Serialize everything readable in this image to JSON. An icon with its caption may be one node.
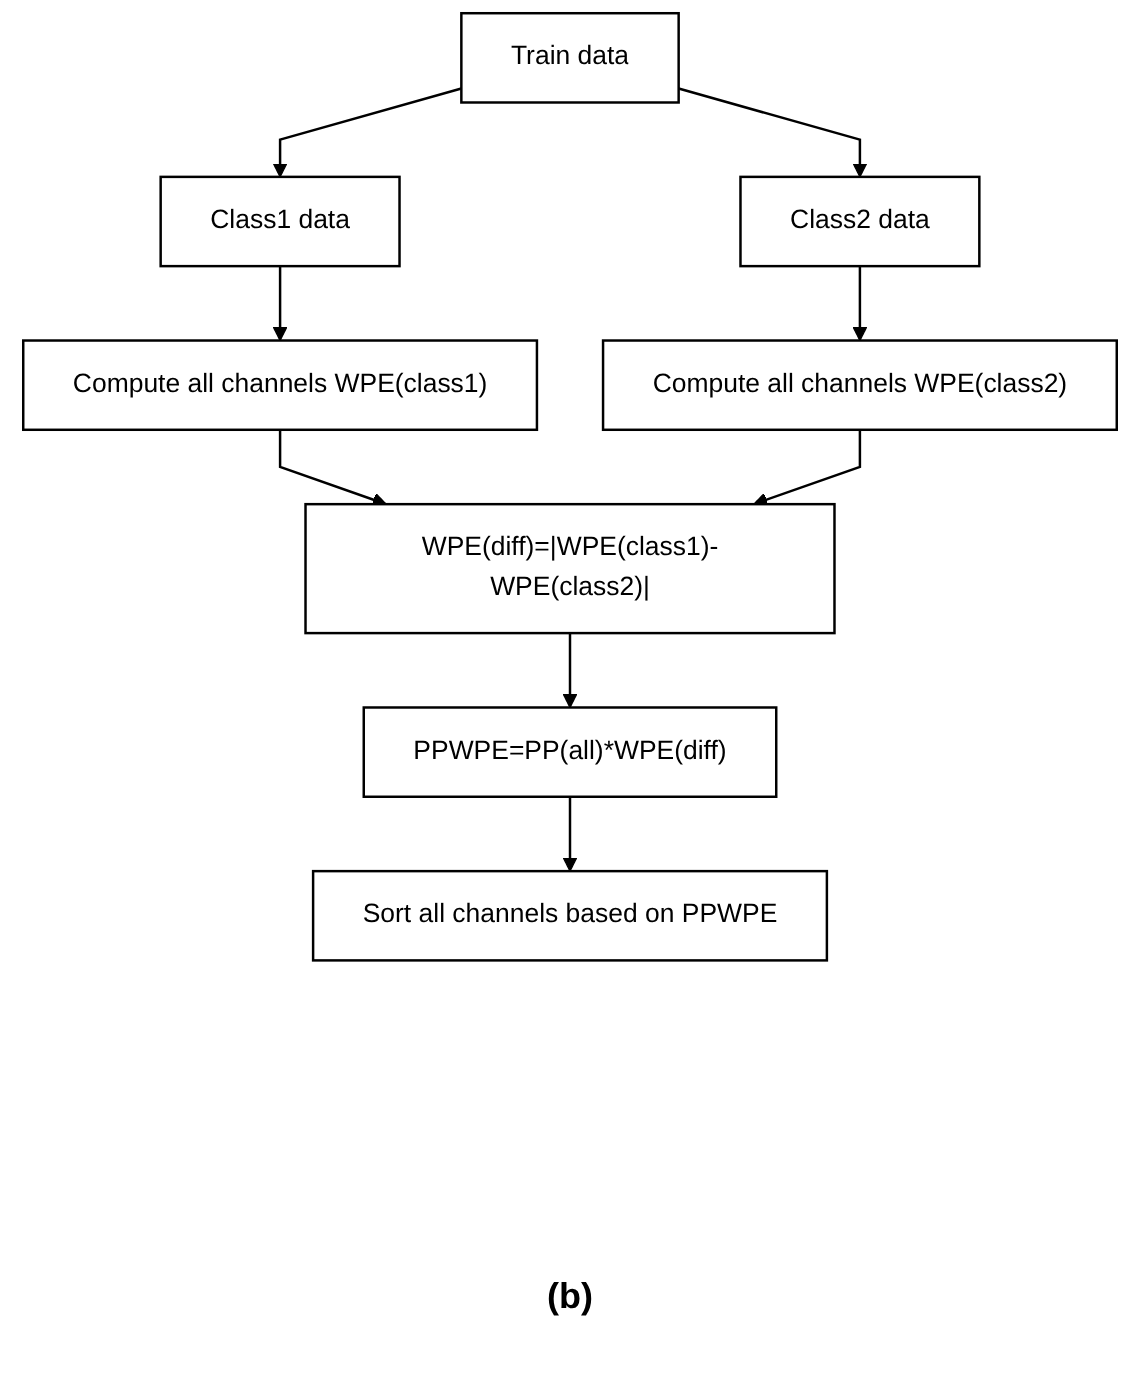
{
  "diagram": {
    "caption": "(b)",
    "nodes": [
      {
        "text": [
          "Train data"
        ]
      },
      {
        "text": [
          "Class1 data"
        ]
      },
      {
        "text": [
          "Class2 data"
        ]
      },
      {
        "text": [
          "Compute all channels WPE(class1)"
        ]
      },
      {
        "text": [
          "Compute all channels WPE(class2)"
        ]
      },
      {
        "text": [
          "WPE(diff)=|WPE(class1)-WPE(class2)|"
        ]
      },
      {
        "text": [
          "PPWPE=PP(all)*WPE(diff)"
        ]
      },
      {
        "text": [
          "Sort all channels based on PPWPE"
        ]
      }
    ],
    "edges": [
      {
        "from": 0,
        "to": 1,
        "arrow": "to"
      },
      {
        "from": 0,
        "to": 2,
        "arrow": "to"
      },
      {
        "from": 1,
        "to": 3,
        "arrow": "to"
      },
      {
        "from": 2,
        "to": 4,
        "arrow": "to"
      },
      {
        "from": 3,
        "to": 5,
        "arrow": "to"
      },
      {
        "from": 4,
        "to": 5,
        "arrow": "to"
      },
      {
        "from": 5,
        "to": 6,
        "arrow": "to"
      },
      {
        "from": 6,
        "to": 7,
        "arrow": "to"
      }
    ]
  }
}
